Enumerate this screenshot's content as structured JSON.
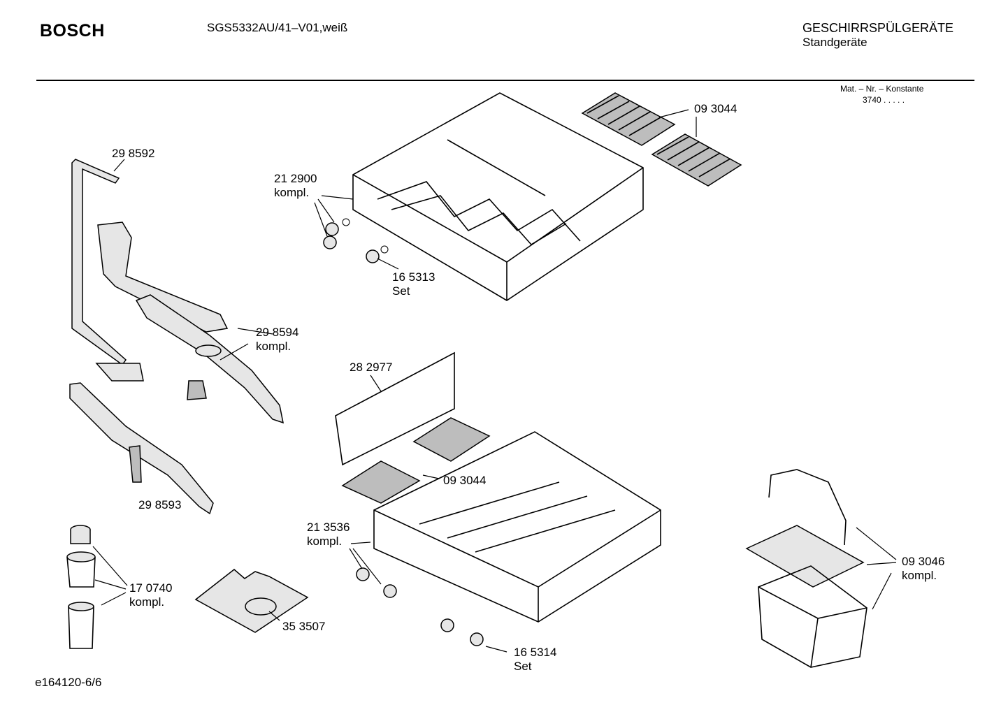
{
  "header": {
    "brand": "BOSCH",
    "model": "SGS5332AU/41–V01,weiß",
    "category": "GESCHIRRSPÜLGERÄTE",
    "subcategory": "Standgeräte",
    "mat_label": "Mat. – Nr. – Konstante",
    "mat_value": "3740  .   .   .   .  ."
  },
  "footer": {
    "code": "e164120-6/6"
  },
  "parts": [
    {
      "number": "29 8592",
      "suffix": ""
    },
    {
      "number": "21 2900",
      "suffix": "kompl."
    },
    {
      "number": "09 3044",
      "suffix": ""
    },
    {
      "number": "16 5313",
      "suffix": "Set"
    },
    {
      "number": "29 8594",
      "suffix": "kompl."
    },
    {
      "number": "28 2977",
      "suffix": ""
    },
    {
      "number": "09 3044",
      "suffix": ""
    },
    {
      "number": "29 8593",
      "suffix": ""
    },
    {
      "number": "21 3536",
      "suffix": "kompl."
    },
    {
      "number": "09 3046",
      "suffix": "kompl."
    },
    {
      "number": "17 0740",
      "suffix": "kompl."
    },
    {
      "number": "35 3507",
      "suffix": ""
    },
    {
      "number": "16 5314",
      "suffix": "Set"
    }
  ]
}
